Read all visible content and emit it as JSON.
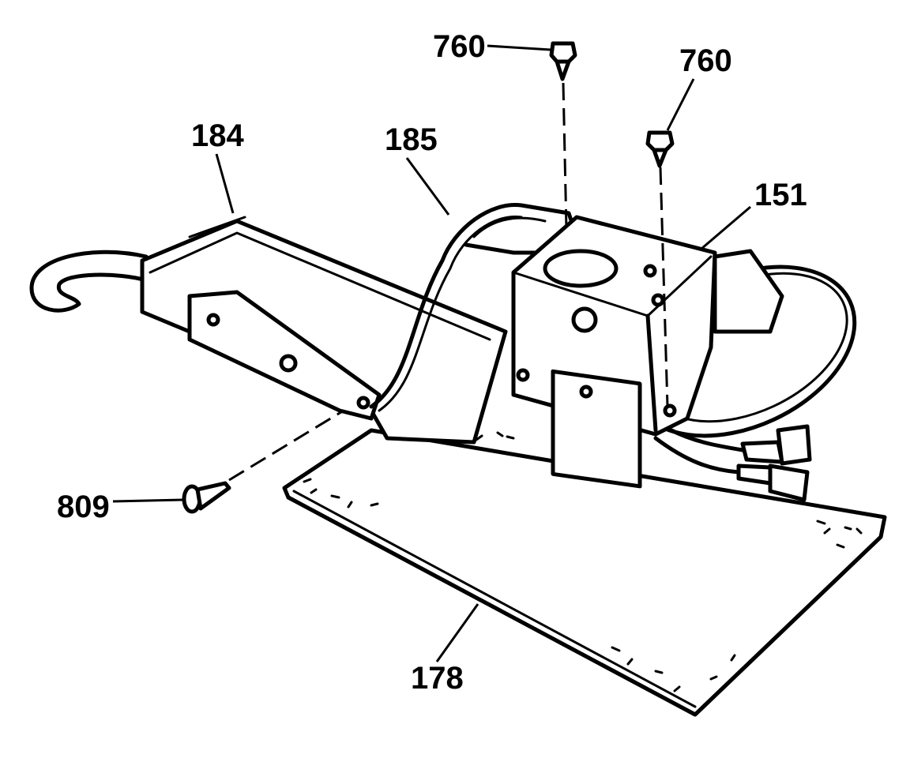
{
  "callouts": {
    "screw_top_left": "760",
    "screw_top_right": "760",
    "left_bracket": "184",
    "wire_bracket": "185",
    "motor_assembly": "151",
    "side_screw": "809",
    "insulation_pad": "178"
  }
}
